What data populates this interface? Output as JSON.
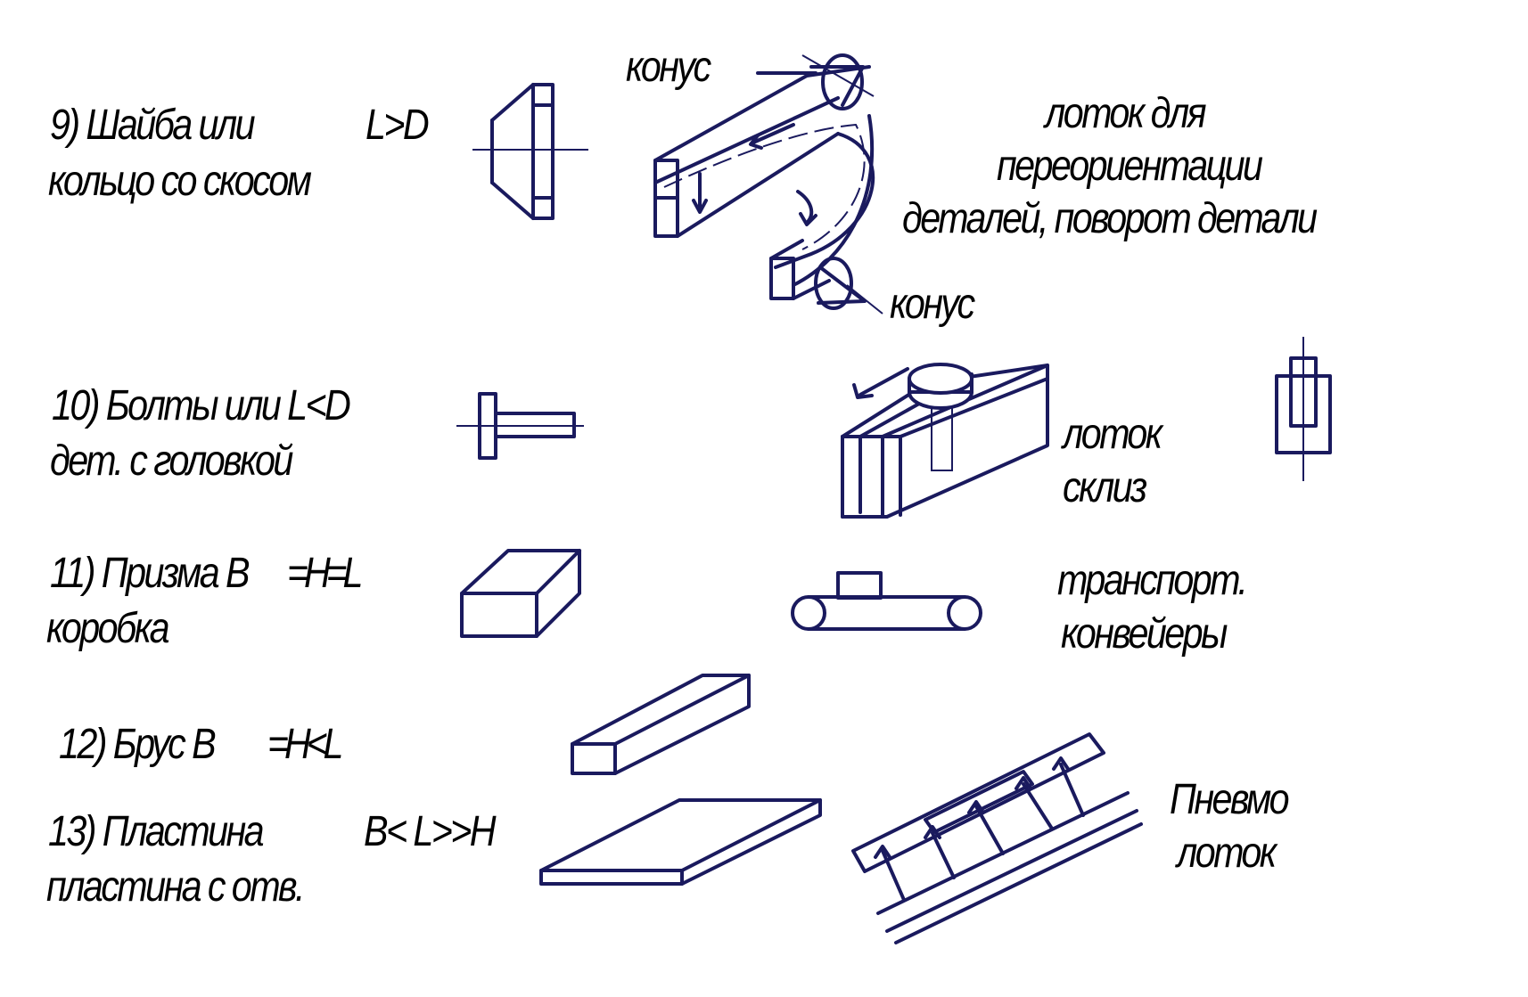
{
  "items": [
    {
      "line1": "9) Шайба или",
      "param": "L>D",
      "line2": "кольцо со скосом"
    },
    {
      "line1": "10) Болты или L<D",
      "line2": "дет. с головкой"
    },
    {
      "line1": "11) Призма B",
      "param": "=H=L",
      "line2": "коробка"
    },
    {
      "line1": "12) Брус B",
      "param": "=H<L"
    },
    {
      "line1": "13) Пластина",
      "param": "B< L>>H",
      "line2": "пластина с отв."
    }
  ],
  "devices": {
    "cone_top": "конус",
    "cone_bottom": "конус",
    "tray_reorient": [
      "лоток для",
      "переориентации",
      "деталей, поворот детали"
    ],
    "slide_tray": [
      "лоток",
      "склиз"
    ],
    "conveyor": [
      "транспорт.",
      "конвейеры"
    ],
    "pneumo_tray": [
      "Пневмо",
      "лоток"
    ]
  },
  "colors": {
    "stroke": "#1a1a5e",
    "text": "#000000",
    "background": "#ffffff"
  }
}
